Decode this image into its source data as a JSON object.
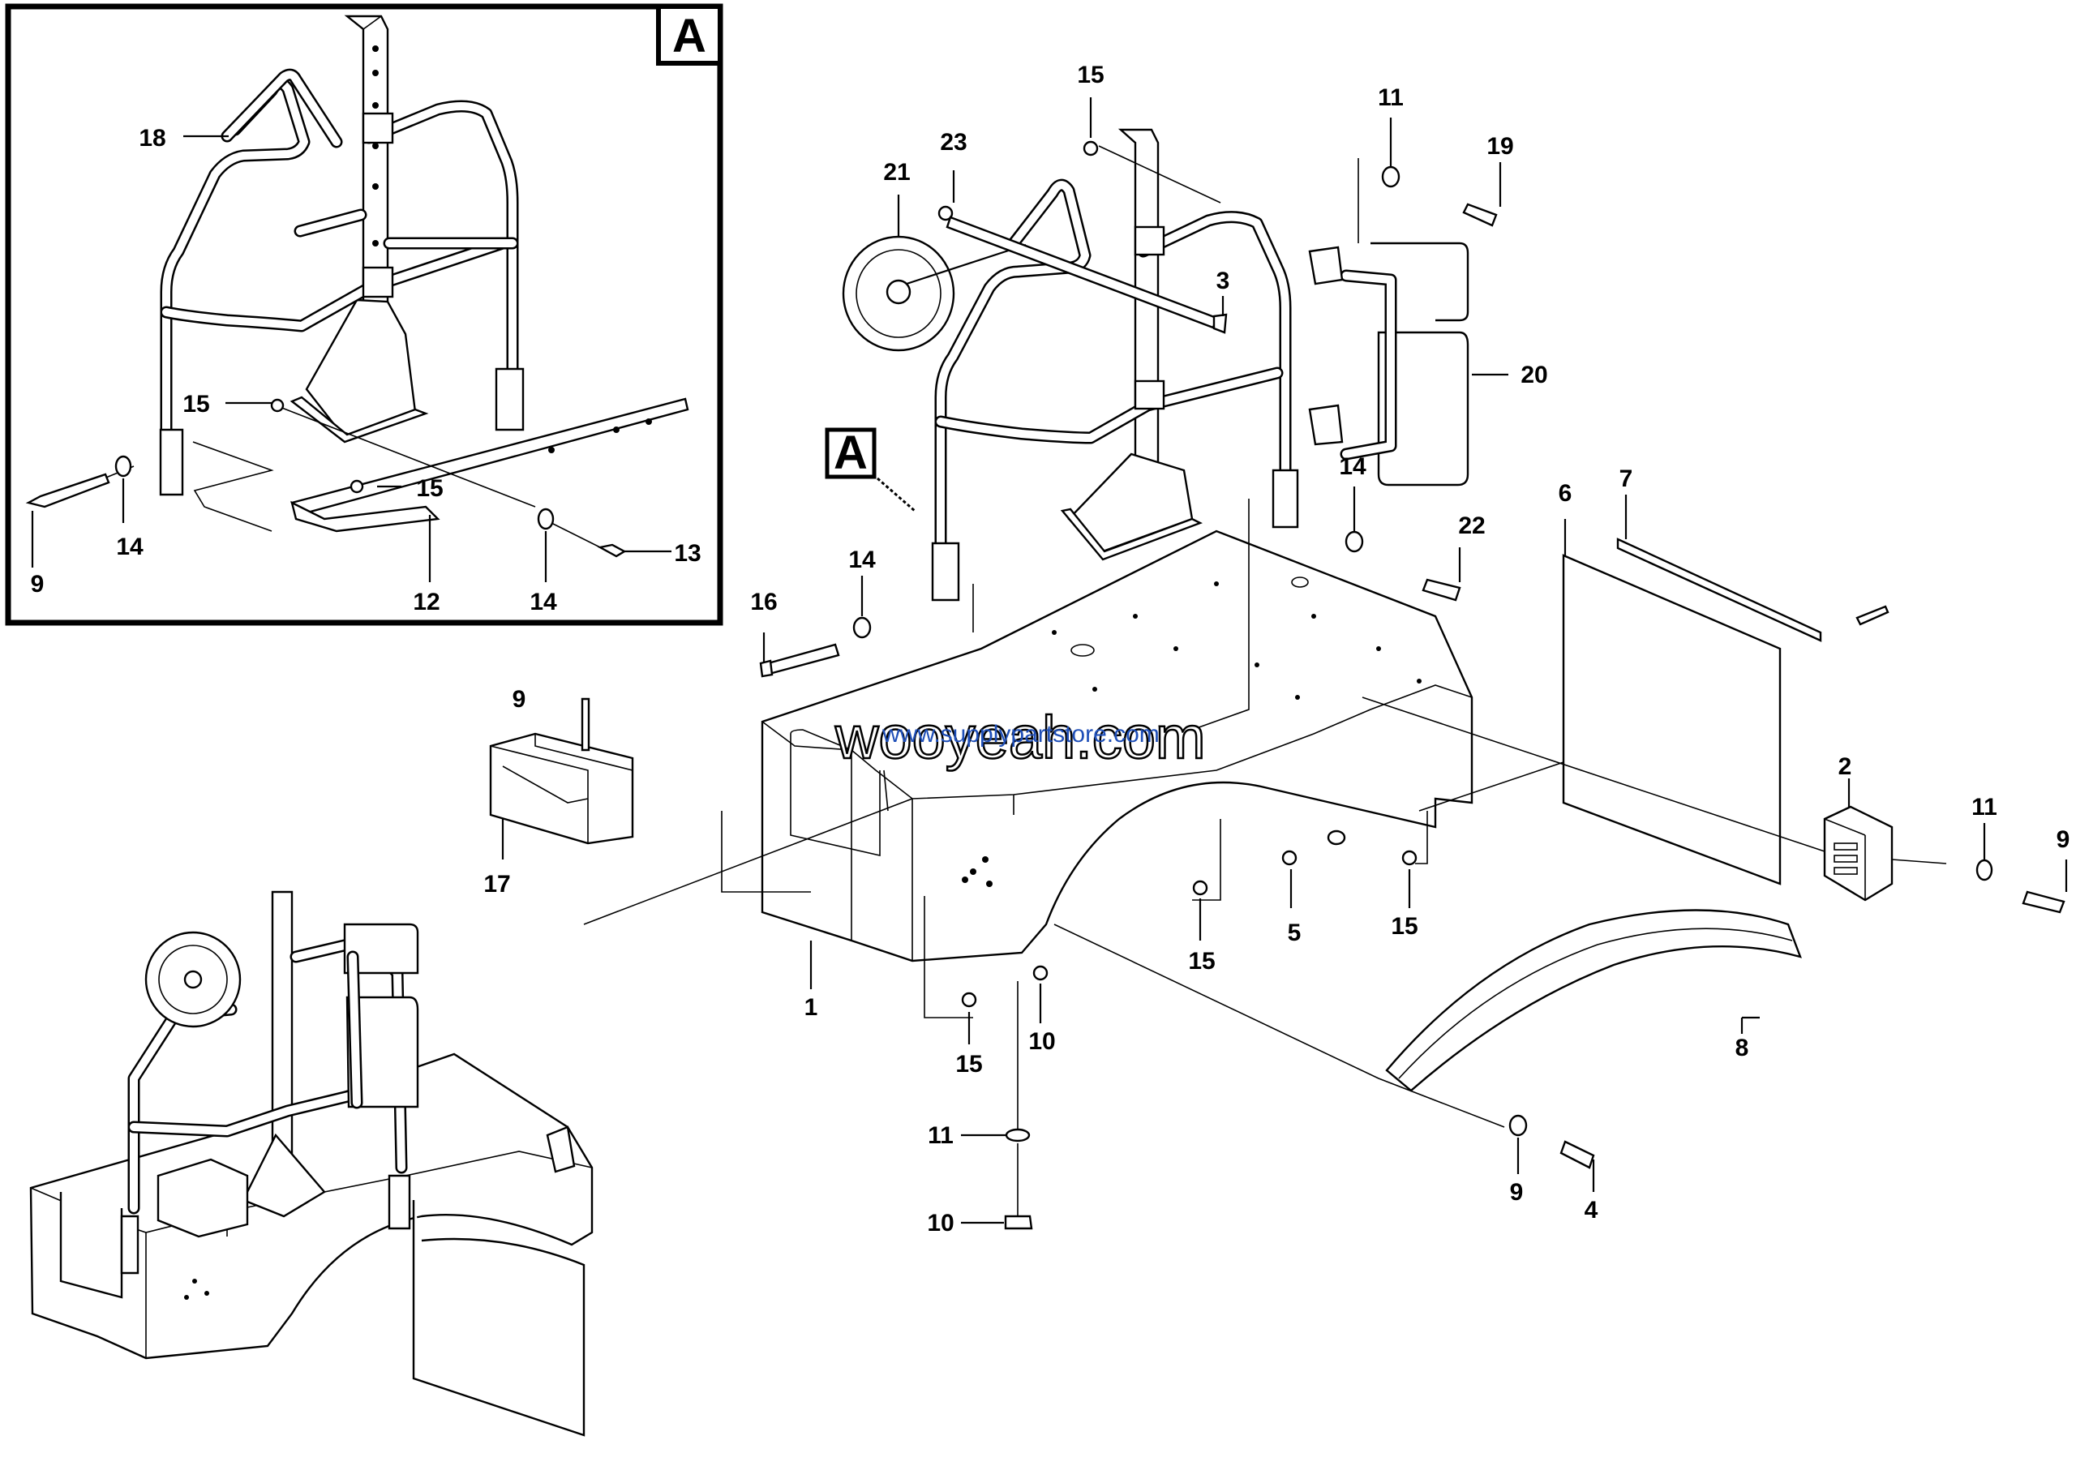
{
  "detail_box": {
    "letter": "A"
  },
  "detail_marker": {
    "letter": "A"
  },
  "watermark": {
    "primary": "wooyeah.com",
    "secondary": "www.supplypartstore.com"
  },
  "callouts": [
    {
      "id": "c18",
      "label": "18"
    },
    {
      "id": "c15a",
      "label": "15"
    },
    {
      "id": "c15b",
      "label": "15"
    },
    {
      "id": "c9a",
      "label": "9"
    },
    {
      "id": "c14a",
      "label": "14"
    },
    {
      "id": "c12",
      "label": "12"
    },
    {
      "id": "c14b",
      "label": "14"
    },
    {
      "id": "c13",
      "label": "13"
    },
    {
      "id": "c15c",
      "label": "15"
    },
    {
      "id": "c23",
      "label": "23"
    },
    {
      "id": "c21",
      "label": "21"
    },
    {
      "id": "c3",
      "label": "3"
    },
    {
      "id": "c11a",
      "label": "11"
    },
    {
      "id": "c19",
      "label": "19"
    },
    {
      "id": "c20",
      "label": "20"
    },
    {
      "id": "c14c",
      "label": "14"
    },
    {
      "id": "c22",
      "label": "22"
    },
    {
      "id": "c14d",
      "label": "14"
    },
    {
      "id": "c16",
      "label": "16"
    },
    {
      "id": "c6",
      "label": "6"
    },
    {
      "id": "c7",
      "label": "7"
    },
    {
      "id": "c9b",
      "label": "9"
    },
    {
      "id": "c17",
      "label": "17"
    },
    {
      "id": "c2",
      "label": "2"
    },
    {
      "id": "c11b",
      "label": "11"
    },
    {
      "id": "c9c",
      "label": "9"
    },
    {
      "id": "c5",
      "label": "5"
    },
    {
      "id": "c15d",
      "label": "15"
    },
    {
      "id": "c15e",
      "label": "15"
    },
    {
      "id": "c1",
      "label": "1"
    },
    {
      "id": "c15f",
      "label": "15"
    },
    {
      "id": "c10a",
      "label": "10"
    },
    {
      "id": "c8",
      "label": "8"
    },
    {
      "id": "c11c",
      "label": "11"
    },
    {
      "id": "c10b",
      "label": "10"
    },
    {
      "id": "c9d",
      "label": "9"
    },
    {
      "id": "c4",
      "label": "4"
    }
  ]
}
